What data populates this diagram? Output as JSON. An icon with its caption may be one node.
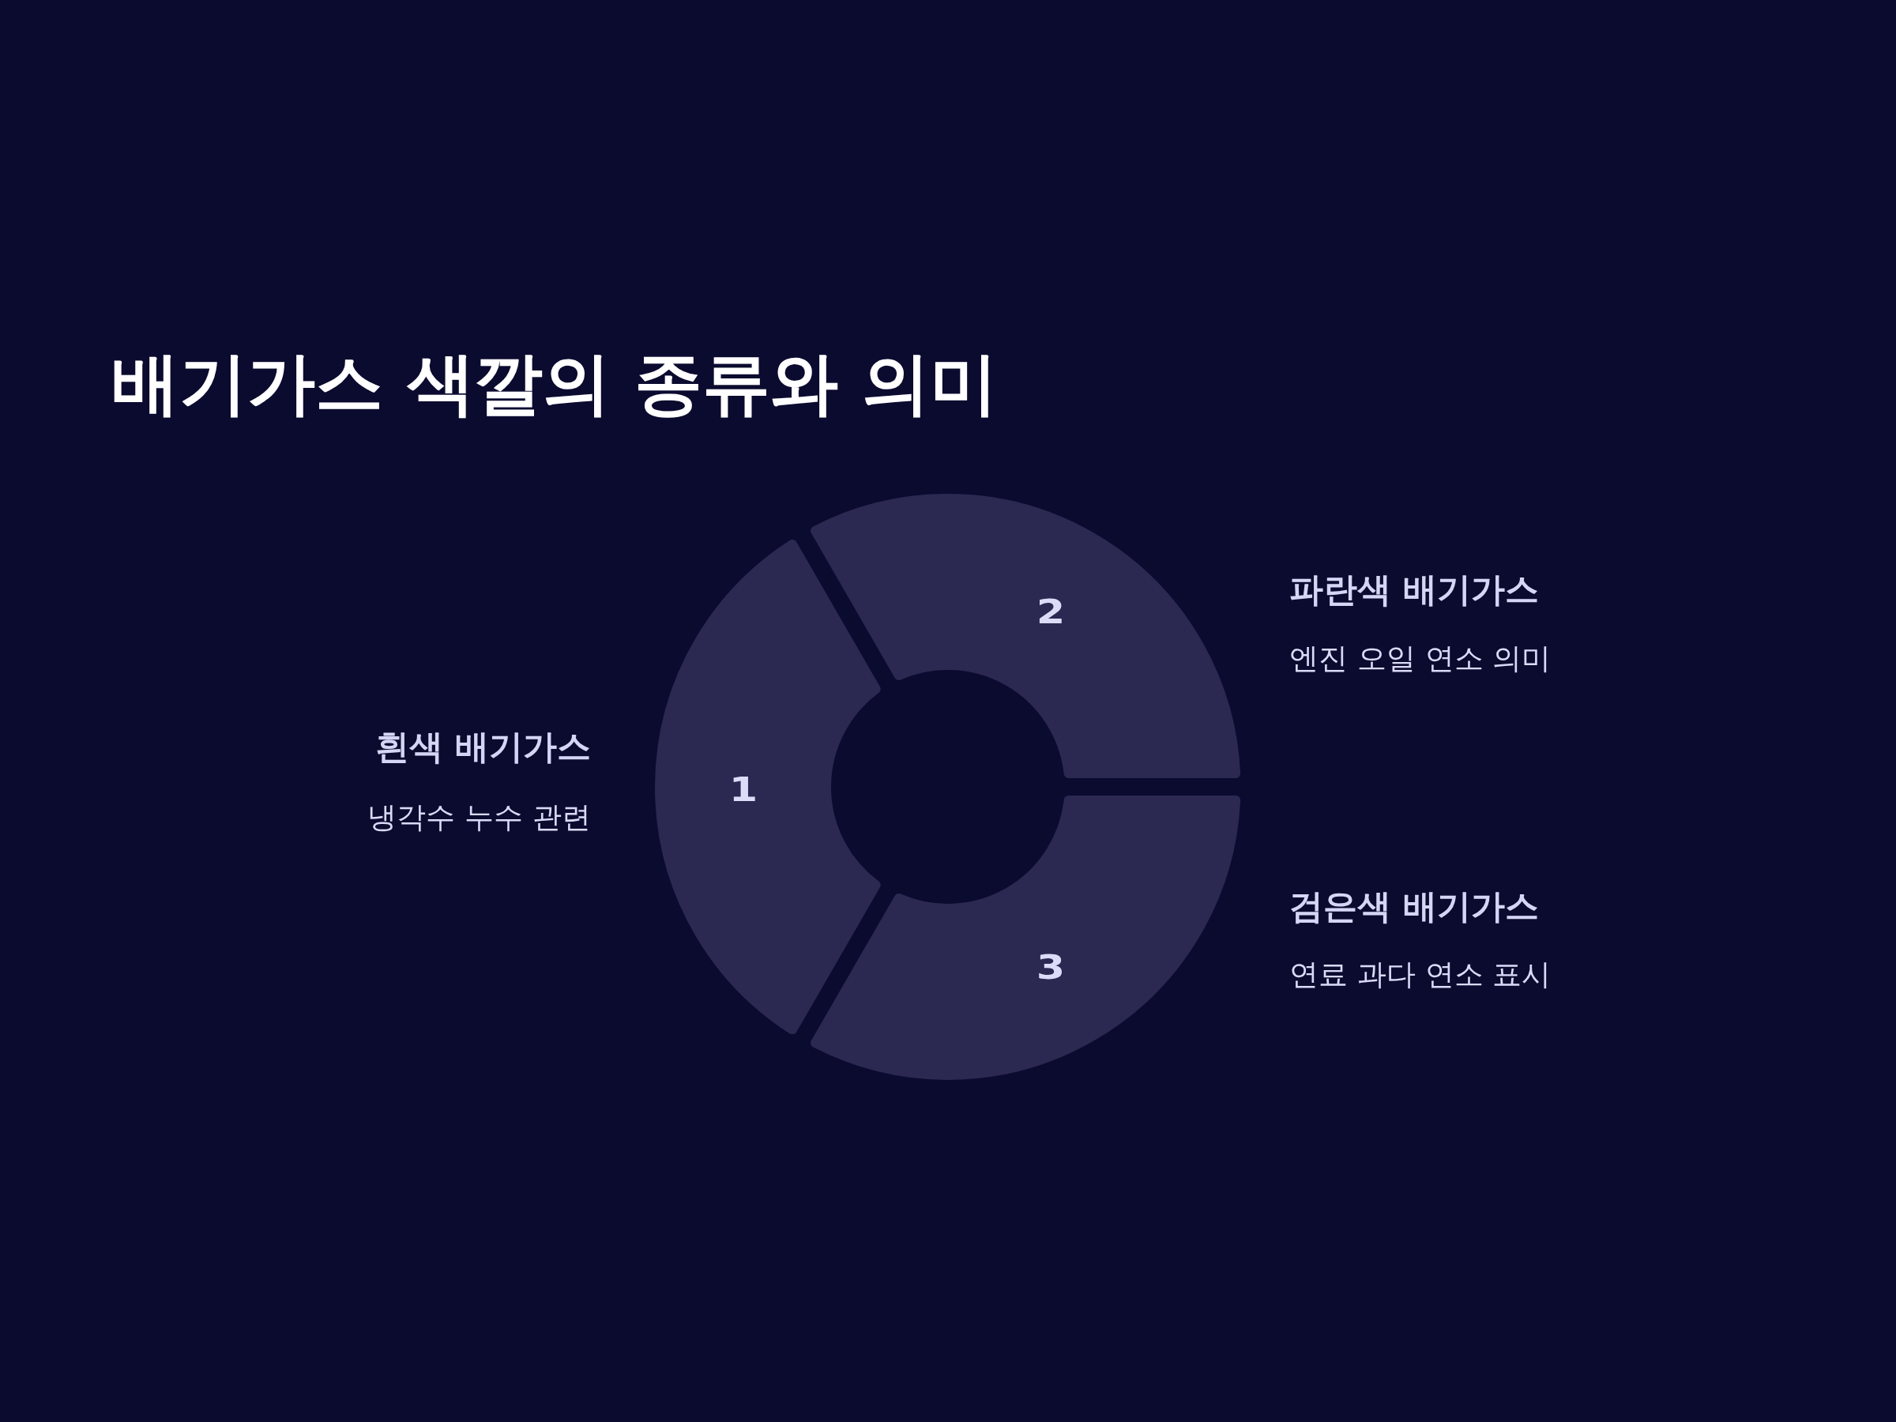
{
  "diagram": {
    "title": "배기가스 색깔의 종류와 의미",
    "nodes": [
      {
        "text": [
          "1"
        ],
        "beside": [
          "흰색 배기가스",
          "냉각수 누수 관련"
        ]
      },
      {
        "text": [
          "2"
        ],
        "beside": [
          "파란색 배기가스",
          "엔진 오일 연소 의미"
        ]
      },
      {
        "text": [
          "3"
        ],
        "beside": [
          "검은색 배기가스",
          "연료 과다 연소 표시"
        ]
      }
    ]
  }
}
